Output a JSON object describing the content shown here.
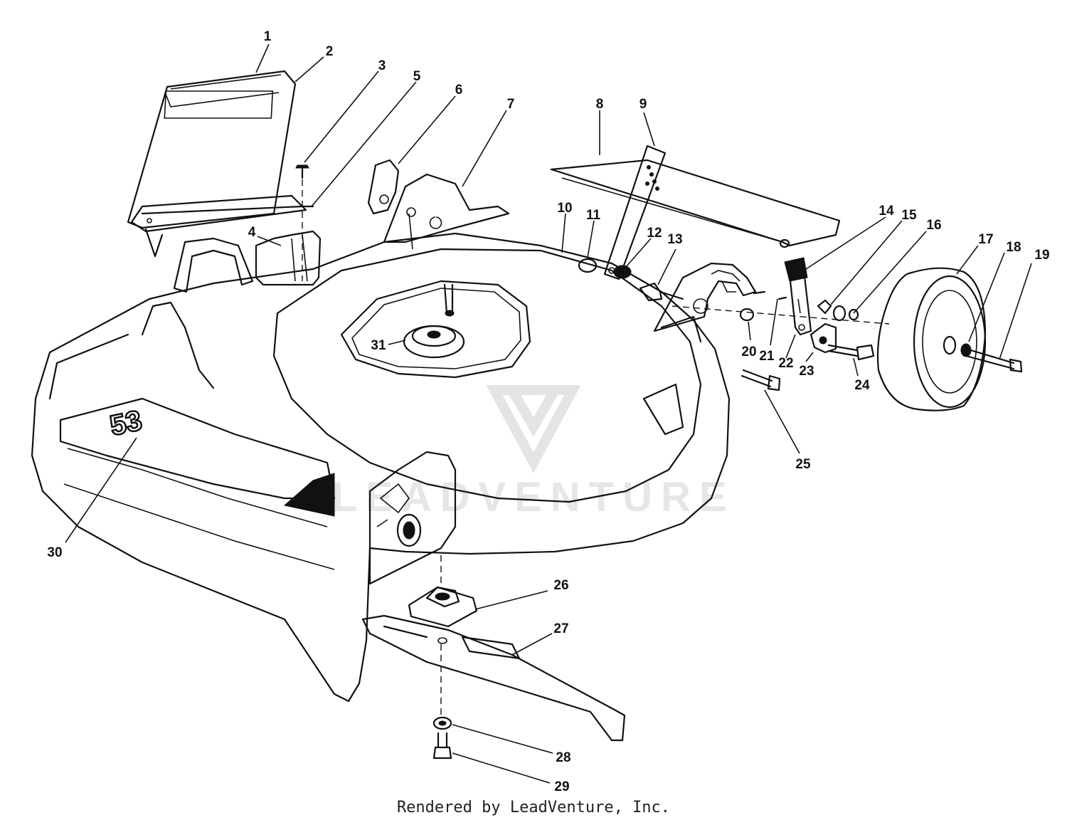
{
  "footer": "Rendered by LeadVenture, Inc.",
  "watermark": "LEADVENTURE",
  "deck_marking": "53",
  "callouts": [
    "1",
    "2",
    "3",
    "4",
    "5",
    "6",
    "7",
    "8",
    "9",
    "10",
    "11",
    "12",
    "13",
    "14",
    "15",
    "16",
    "17",
    "18",
    "19",
    "20",
    "21",
    "22",
    "23",
    "24",
    "25",
    "26",
    "27",
    "28",
    "29",
    "30",
    "31"
  ]
}
